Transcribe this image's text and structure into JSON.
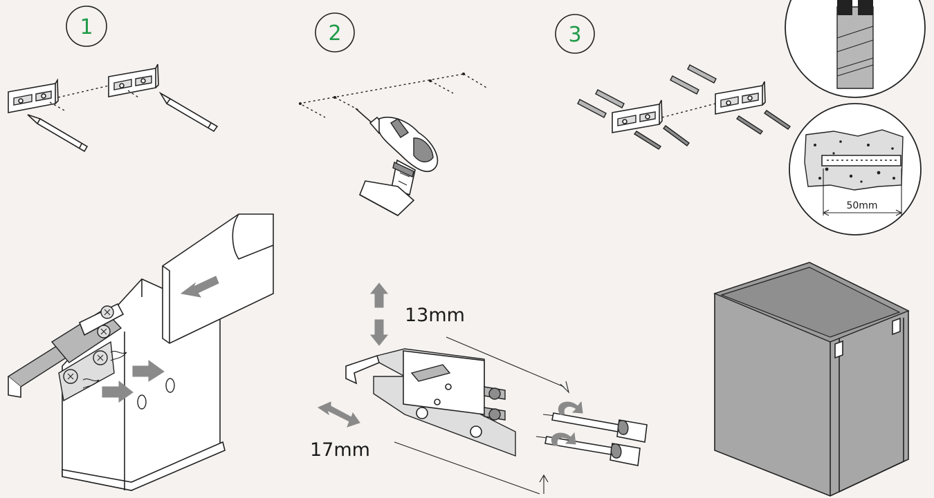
{
  "steps": [
    {
      "number": "1"
    },
    {
      "number": "2"
    },
    {
      "number": "3"
    }
  ],
  "dimensions": {
    "vertical_adjust": "13mm",
    "depth_adjust": "17mm",
    "drill_depth": "50mm"
  },
  "colors": {
    "accent": "#1f9a48",
    "background": "#f5f2ef",
    "gray_arrow": "#8a8a8a",
    "cabinet": "#a7a7a7"
  },
  "icons": [
    "pencil-icon",
    "drill-icon",
    "wall-plug-icon",
    "screw-icon",
    "screwdriver-icon",
    "arrow-icon",
    "cabinet-icon"
  ]
}
